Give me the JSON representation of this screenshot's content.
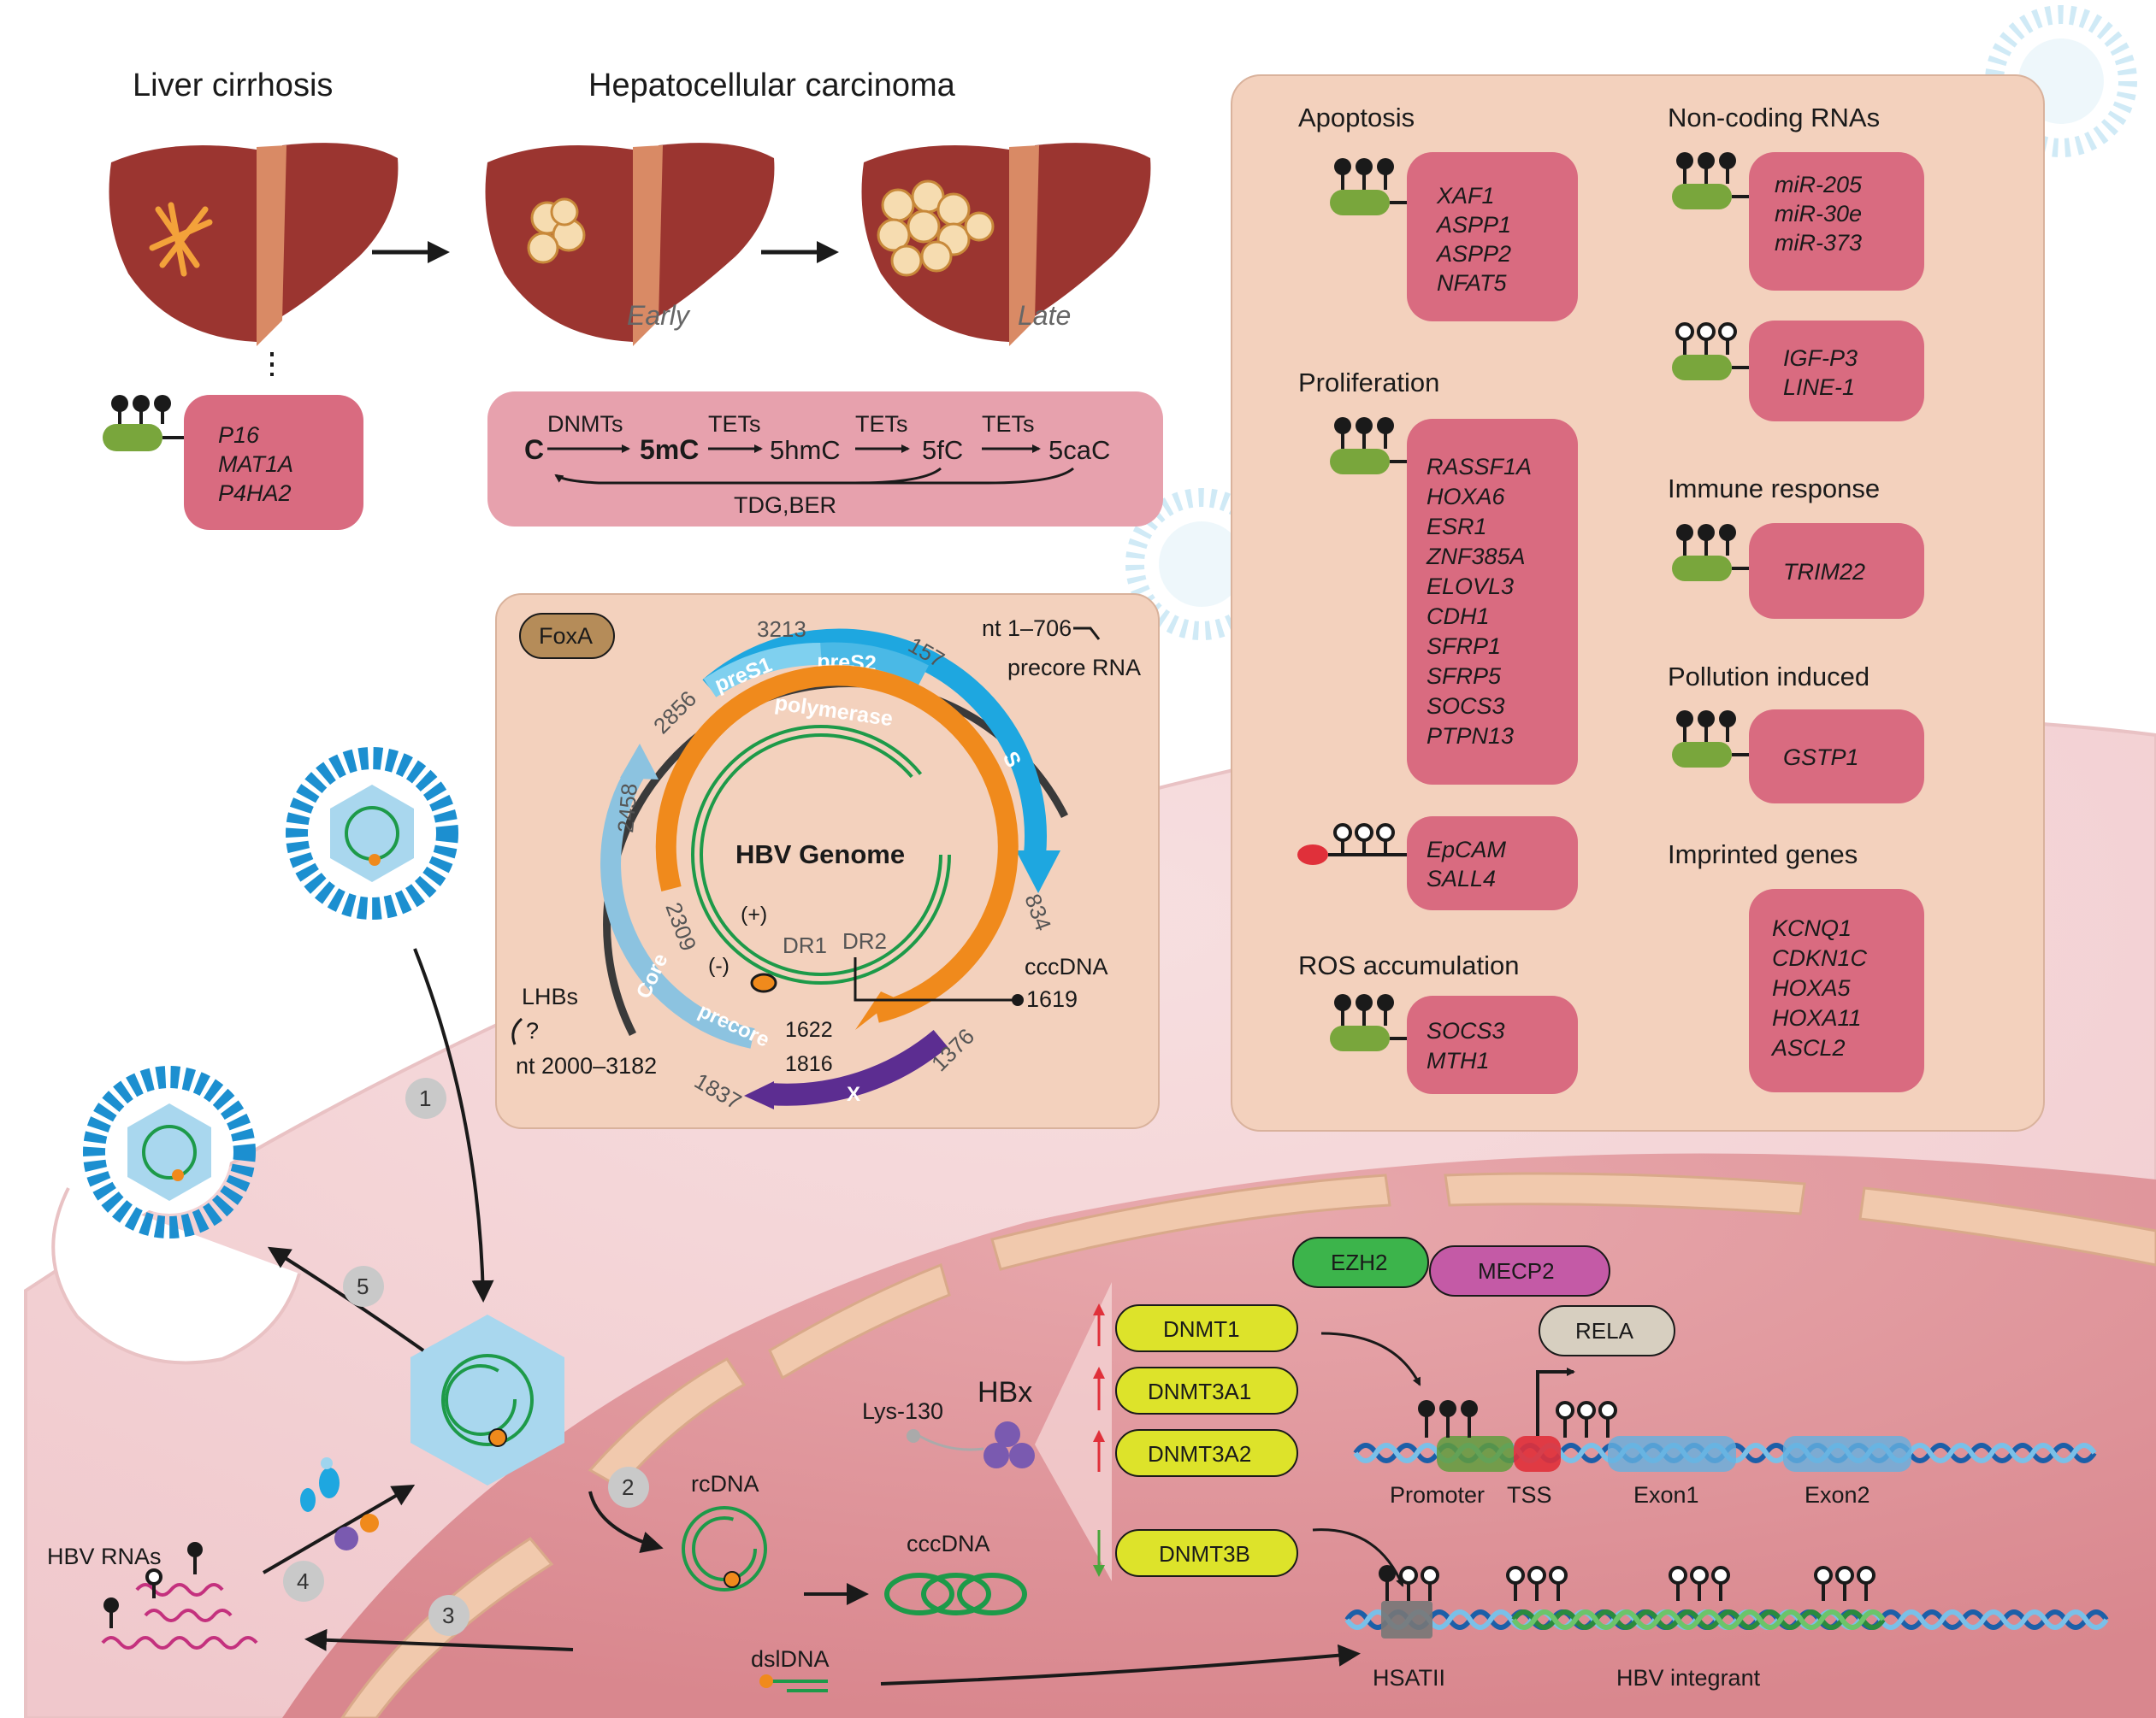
{
  "top": {
    "cirrhosis_title": "Liver cirrhosis",
    "hcc_title": "Hepatocellular carcinoma",
    "early": "Early",
    "late": "Late",
    "cirrhosis_genes": [
      "P16",
      "MAT1A",
      "P4HA2"
    ]
  },
  "methylation_cycle": {
    "c": "C",
    "dnmts": "DNMTs",
    "mc5": "5mC",
    "tets1": "TETs",
    "hmc5": "5hmC",
    "tets2": "TETs",
    "fc5": "5fC",
    "tets3": "TETs",
    "cac5": "5caC",
    "tdg": "TDG,BER"
  },
  "hbv": {
    "foxa": "FoxA",
    "title": "HBV Genome",
    "n3213": "3213",
    "n157": "157",
    "n2856": "2856",
    "n2458": "2458",
    "n2309": "2309",
    "n834": "834",
    "n1622": "1622",
    "n1816": "1816",
    "n1837": "1837",
    "n1376": "1376",
    "pres1": "preS1",
    "pres2": "preS2",
    "s": "S",
    "polymerase": "polymerase",
    "core": "Core",
    "precore": "precore",
    "x": "X",
    "plus": "(+)",
    "minus": "(-)",
    "dr1": "DR1",
    "dr2": "DR2",
    "nt1": "nt 1–706",
    "precore_rna": "precore RNA",
    "cccdna": "cccDNA",
    "n1619": "1619",
    "lhbs": "LHBs",
    "q": "?",
    "nt2000": "nt 2000–3182"
  },
  "panel": {
    "apoptosis": {
      "title": "Apoptosis",
      "genes": [
        "XAF1",
        "ASPP1",
        "ASPP2",
        "NFAT5"
      ]
    },
    "proliferation": {
      "title": "Proliferation",
      "genes": [
        "RASSF1A",
        "HOXA6",
        "ESR1",
        "ZNF385A",
        "ELOVL3",
        "CDH1",
        "SFRP1",
        "SFRP5",
        "SOCS3",
        "PTPN13"
      ]
    },
    "epcam": {
      "genes": [
        "EpCAM",
        "SALL4"
      ]
    },
    "ros": {
      "title": "ROS accumulation",
      "genes": [
        "SOCS3",
        "MTH1"
      ]
    },
    "ncrna": {
      "title": "Non-coding RNAs",
      "genes": [
        "miR-205",
        "miR-30e",
        "miR-373"
      ]
    },
    "hypo": {
      "genes": [
        "IGF-P3",
        "LINE-1"
      ]
    },
    "immune": {
      "title": "Immune response",
      "genes": [
        "TRIM22"
      ]
    },
    "pollution": {
      "title": "Pollution induced",
      "genes": [
        "GSTP1"
      ]
    },
    "imprinted": {
      "title": "Imprinted genes",
      "genes": [
        "KCNQ1",
        "CDKN1C",
        "HOXA5",
        "HOXA11",
        "ASCL2"
      ]
    }
  },
  "cell": {
    "steps": [
      "1",
      "2",
      "3",
      "4",
      "5"
    ],
    "hbv_rnas": "HBV RNAs",
    "rcdna": "rcDNA",
    "cccdna": "cccDNA",
    "dsldna": "dslDNA",
    "lys": "Lys-130",
    "hbx": "HBx",
    "dnmts": [
      "DNMT1",
      "DNMT3A1",
      "DNMT3A2",
      "DNMT3B"
    ],
    "ezh2": "EZH2",
    "mecp2": "MECP2",
    "rela": "RELA",
    "promoter": "Promoter",
    "tss": "TSS",
    "exon1": "Exon1",
    "exon2": "Exon2",
    "hsatii": "HSATII",
    "integrant": "HBV integrant"
  },
  "colors": {
    "liver": "#9b3530",
    "pink_box": "#d96b80",
    "panel_bg": "#f3d1bd",
    "hbv_orange": "#f08a1c",
    "hbv_blue": "#1ea7e0",
    "hbv_green": "#1d9a49",
    "dnmt_yellow": "#dde32a",
    "mcpg_green": "#79a63c"
  }
}
